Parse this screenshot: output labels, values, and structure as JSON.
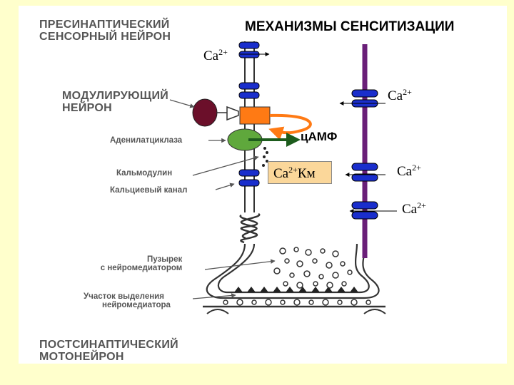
{
  "title": "МЕХАНИЗМЫ СЕНСИТИЗАЦИИ",
  "labels": {
    "presynaptic_line1": "ПРЕСИНАПТИЧЕСКИЙ",
    "presynaptic_line2": "СЕНСОРНЫЙ НЕЙРОН",
    "modulating_line1": "МОДУЛИРУЮЩИЙ",
    "modulating_line2": "НЕЙРОН",
    "adenylate_cyclase": "Аденилатциклаза",
    "calmodulin": "Кальмодулин",
    "calcium_channel": "Кальциевый канал",
    "vesicle_line1": "Пузырек",
    "vesicle_line2": "с нейромедиатором",
    "release_site_line1": "Участок выделения",
    "release_site_line2": "нейромедиатора",
    "postsynaptic_line1": "ПОСТСИНАПТИЧЕСКИЙ",
    "postsynaptic_line2": "МОТОНЕЙРОН"
  },
  "ions": {
    "ca_top_base": "Ca",
    "ca_top_sup": "2+",
    "ca_right1_base": "Ca",
    "ca_right1_sup": "2+",
    "ca_right2_base": "Ca",
    "ca_right2_sup": "2+",
    "ca_right3_base": "Ca",
    "ca_right3_sup": "2+",
    "camp": "цАМФ",
    "ca_km_base": "Ca",
    "ca_km_sup": "2+",
    "ca_km_suffix": "Км"
  },
  "colors": {
    "slide_background": "#ffffcc",
    "channel_blue": "#1a2ecc",
    "axon_purple": "#6a1f78",
    "modulating_neuron": "#6b0f2a",
    "receptor_orange": "#ff7a14",
    "adenylate_cyclase_green": "#5fa83c",
    "camp_arrow_green": "#1d5c1d",
    "ca_km_box": "#fbd79a"
  }
}
